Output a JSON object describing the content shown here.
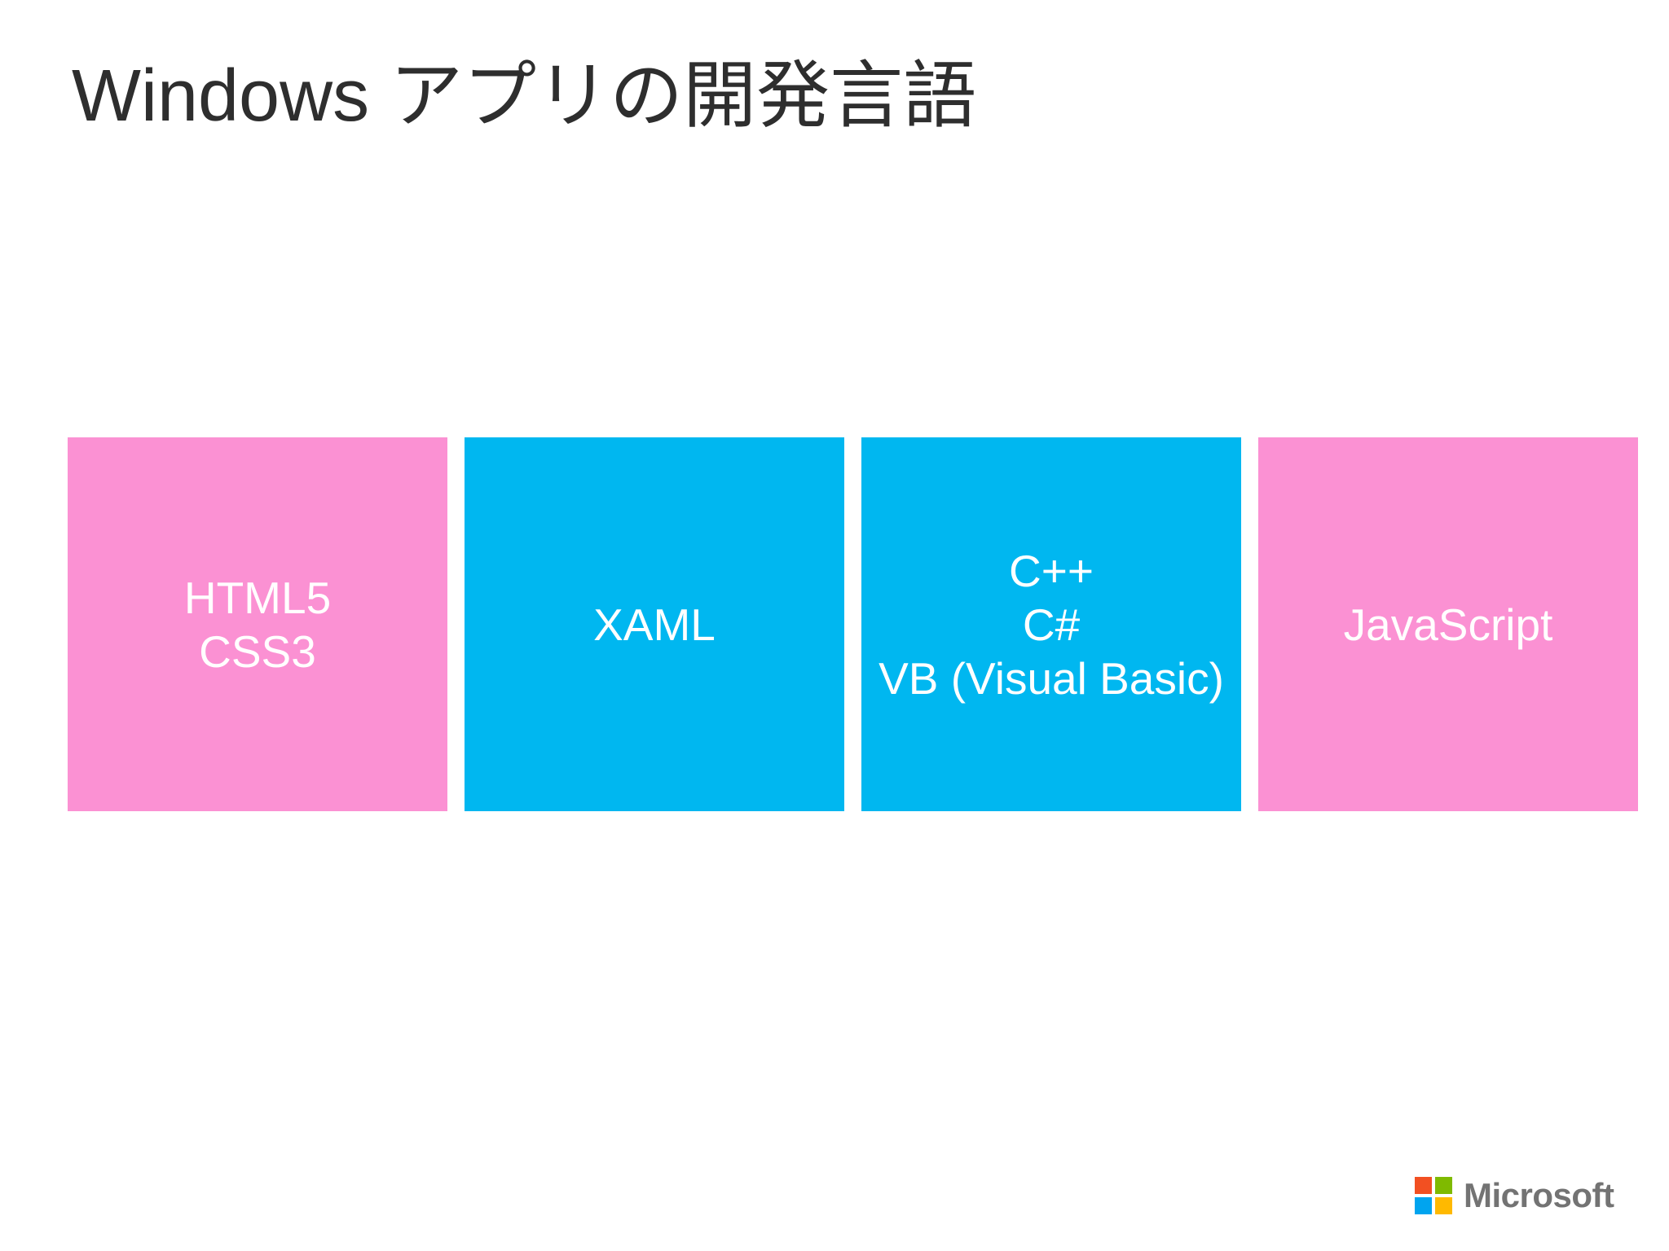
{
  "slide": {
    "title": "Windows アプリの開発言語",
    "title_color": "#2e2e2e",
    "background_color": "#ffffff"
  },
  "boxes": [
    {
      "id": "html5-css3",
      "lines": [
        "HTML5",
        "CSS3"
      ],
      "color": "#fb91d3",
      "text_color": "#ffffff"
    },
    {
      "id": "xaml",
      "lines": [
        "XAML"
      ],
      "color": "#00b7f0",
      "text_color": "#ffffff"
    },
    {
      "id": "cpp-csharp-vb",
      "lines": [
        "C++",
        "C#",
        "VB (Visual Basic)"
      ],
      "color": "#00b7f0",
      "text_color": "#ffffff"
    },
    {
      "id": "javascript",
      "lines": [
        "JavaScript"
      ],
      "color": "#fb91d3",
      "text_color": "#ffffff"
    }
  ],
  "logo": {
    "wordmark": "Microsoft",
    "wordmark_color": "#737373",
    "squares": [
      {
        "name": "red",
        "color": "#f25022"
      },
      {
        "name": "green",
        "color": "#7fba00"
      },
      {
        "name": "blue",
        "color": "#00a4ef"
      },
      {
        "name": "yellow",
        "color": "#ffb900"
      }
    ]
  }
}
